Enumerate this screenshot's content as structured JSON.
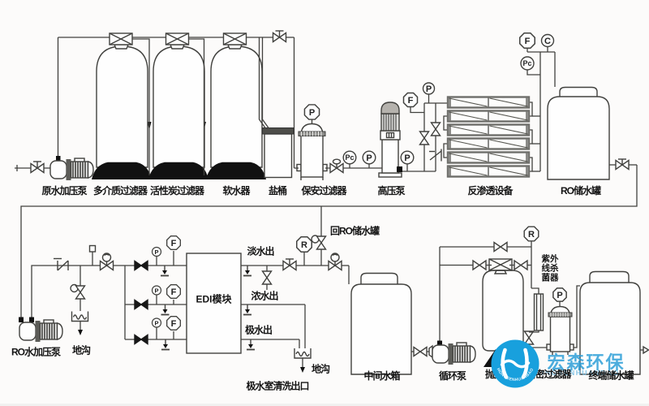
{
  "colors": {
    "background": "#fcfbfa",
    "line": "#41413e",
    "black_fill": "#111111",
    "watermark_blue": "#18a0dd",
    "brand_blue": "#2e9fd8"
  },
  "labels": {
    "raw_pump": "原水加压泵",
    "multimedia_filter": "多介质过滤器",
    "carbon_filter": "活性炭过滤器",
    "softener": "软水器",
    "salt_bucket": "盐桶",
    "security_filter": "保安过滤器",
    "hp_pump": "高压泵",
    "ro_unit": "反渗透设备",
    "ro_tank": "RO储水罐",
    "ro_pump": "RO水加压泵",
    "drain_left": "地沟",
    "edi_module": "EDI模块",
    "fresh_out": "淡水出",
    "return_ro_tank": "回RO储水罐",
    "conc_out": "浓水出",
    "electrode_out": "极水出",
    "drain_mid": "地沟",
    "edi_clean_outlet": "极水室清洗出口",
    "mid_tank": "中间水箱",
    "circ_pump": "循环泵",
    "polish_bed": "抛光混床",
    "uv_row1": "紫外",
    "uv_row2": "线杀",
    "uv_row3": "菌器",
    "precision_filter": "精密过滤器",
    "terminal_tank": "终端储水罐"
  },
  "gauges": [
    {
      "id": "security-filter-pressure",
      "label": "P"
    },
    {
      "id": "prefilter-outlet-pc",
      "label": "Pc"
    },
    {
      "id": "prefilter-outlet-p",
      "label": "P"
    },
    {
      "id": "hp-discharge-p",
      "label": "P"
    },
    {
      "id": "ro-feed-f",
      "label": "F"
    },
    {
      "id": "ro-feed-p",
      "label": "P"
    },
    {
      "id": "ro-top-f",
      "label": "F"
    },
    {
      "id": "ro-top-c",
      "label": "C"
    },
    {
      "id": "ro-top-pc",
      "label": "Pc"
    },
    {
      "id": "edi-line1-p",
      "label": "P"
    },
    {
      "id": "edi-line1-f",
      "label": "F"
    },
    {
      "id": "edi-line2-p",
      "label": "P"
    },
    {
      "id": "edi-line2-f",
      "label": "F"
    },
    {
      "id": "edi-line3-p",
      "label": "P"
    },
    {
      "id": "edi-line3-f",
      "label": "F"
    },
    {
      "id": "fresh-water-r",
      "label": "R"
    },
    {
      "id": "polish-loop-r",
      "label": "R"
    },
    {
      "id": "precision-filter-p",
      "label": "P"
    }
  ],
  "watermark": {
    "brand": "宏森环保",
    "brand_sub": "HONGSENHUANBAO",
    "logo_arc_text": "HONGSENHUANBAO"
  }
}
